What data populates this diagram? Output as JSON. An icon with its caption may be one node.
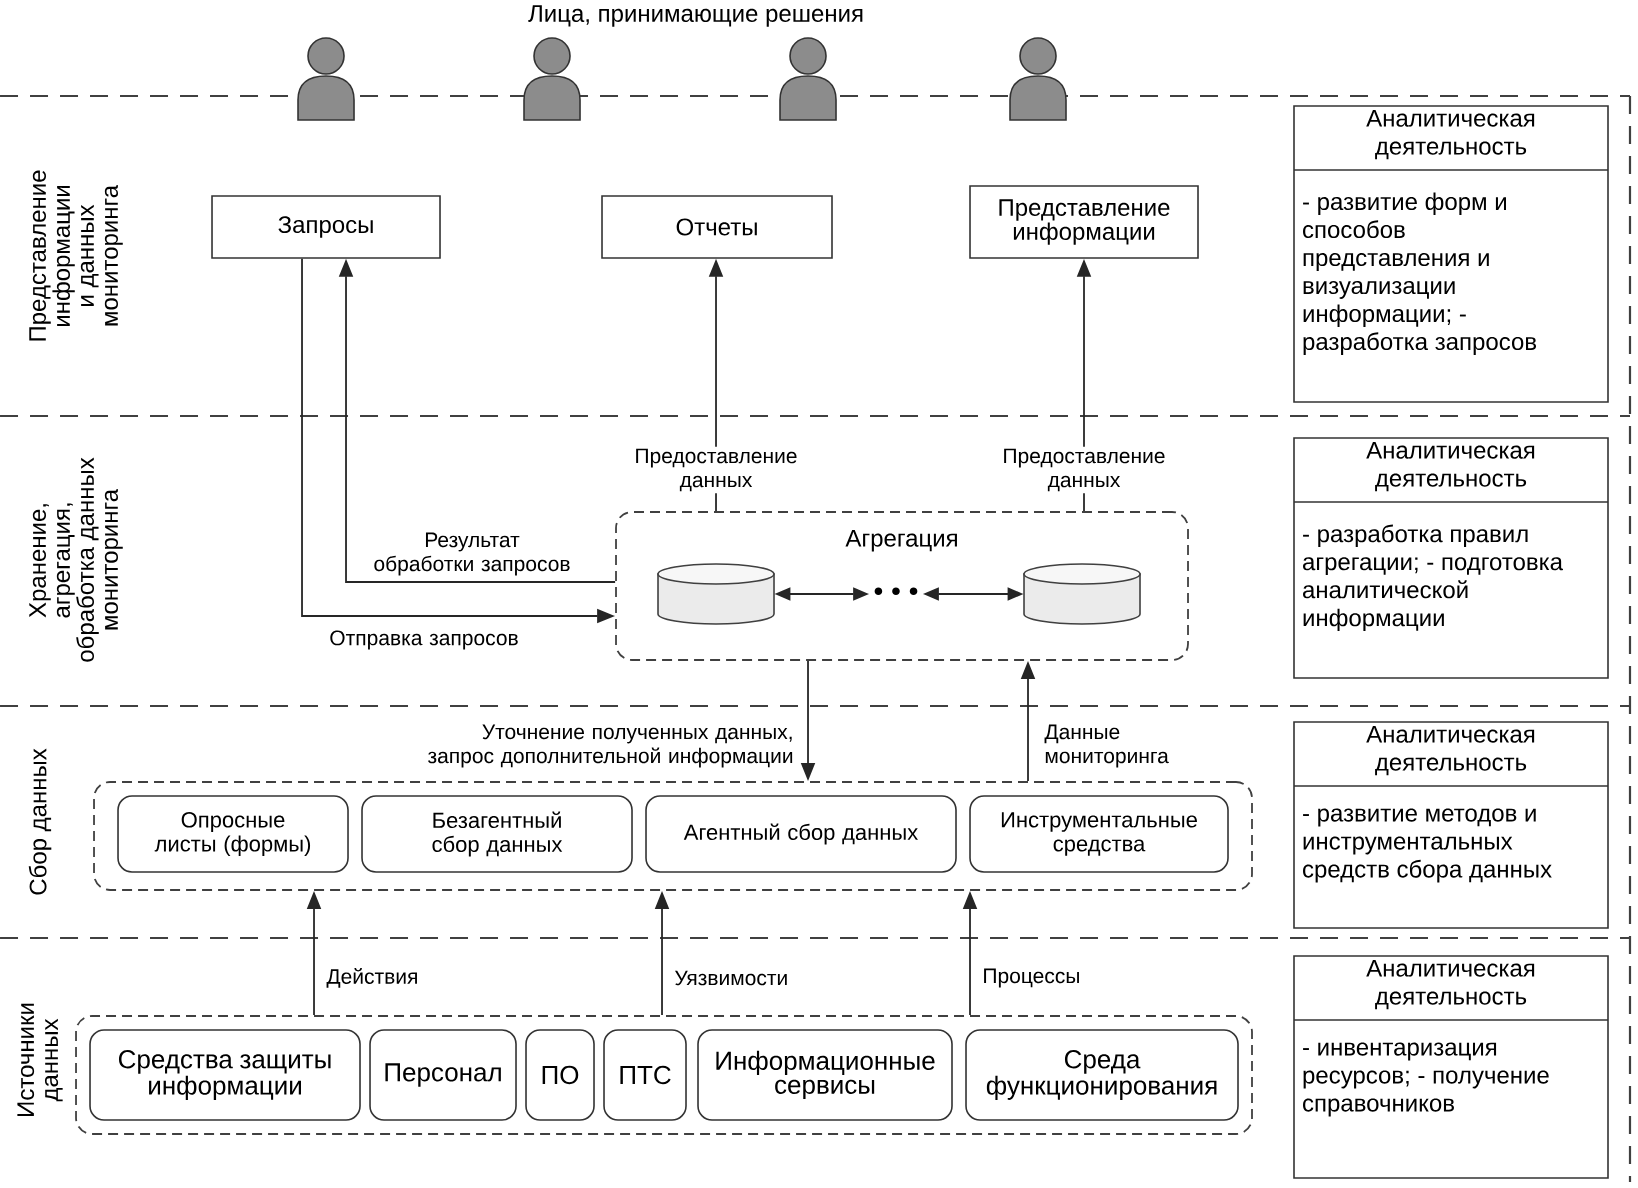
{
  "diagram": {
    "nodes": [
      {
        "text": [
          "Запросы"
        ]
      },
      {
        "text": [
          "Отчеты"
        ]
      },
      {
        "text": [
          "Представление информации"
        ]
      },
      {
        "text": [
          "Аналитическая деятельность",
          "- развитие форм и способов представления и визуализации информации; - разработка запросов"
        ]
      },
      {
        "text": [
          "Агрегация"
        ]
      },
      {
        "text": [],
        "shape": "cylinder",
        "in": 4
      },
      {
        "text": [
          "• • •"
        ],
        "in": 4
      },
      {
        "text": [],
        "shape": "cylinder",
        "in": 4
      },
      {
        "text": [
          "Аналитическая деятельность",
          "- разработка правил агрегации; - подготовка аналитической информации"
        ]
      },
      {
        "text": [],
        "shape": "box"
      },
      {
        "text": [
          "Опросные листы (формы)"
        ],
        "in": 9
      },
      {
        "text": [
          "Безагентный сбор данных"
        ],
        "in": 9
      },
      {
        "text": [
          "Агентный сбор данных"
        ],
        "in": 9
      },
      {
        "text": [
          "Инструментальные средства"
        ],
        "in": 9
      },
      {
        "text": [
          "Аналитическая деятельность",
          "- развитие методов и инструментальных средств сбора данных"
        ]
      },
      {
        "text": [],
        "shape": "box"
      },
      {
        "text": [
          "Средства защиты информации"
        ],
        "in": 15
      },
      {
        "text": [
          "Персонал"
        ],
        "in": 15
      },
      {
        "text": [
          "ПО"
        ],
        "in": 15
      },
      {
        "text": [
          "ПТС"
        ],
        "in": 15
      },
      {
        "text": [
          "Информационные сервисы"
        ],
        "in": 15
      },
      {
        "text": [
          "Среда функционирования"
        ],
        "in": 15
      },
      {
        "text": [
          "Аналитическая деятельность",
          "- инвентаризация ресурсов; - получение справочников"
        ]
      }
    ],
    "edges": [
      {
        "from": 0,
        "to": 4,
        "arrow": "to",
        "label": "Отправка запросов"
      },
      {
        "from": 4,
        "to": 0,
        "arrow": "to",
        "label": "Результат обработки запросов"
      },
      {
        "from": 4,
        "to": 1,
        "arrow": "to",
        "label": "Предоставление данных"
      },
      {
        "from": 4,
        "to": 2,
        "arrow": "to",
        "label": "Предоставление данных"
      },
      {
        "from": 4,
        "to": 9,
        "arrow": "to",
        "label": "Уточнение полученных данных, запрос дополнительной информации"
      },
      {
        "from": 9,
        "to": 4,
        "arrow": "to",
        "label": "Данные мониторинга"
      },
      {
        "from": 15,
        "to": 9,
        "arrow": "to",
        "label": "Действия"
      },
      {
        "from": 15,
        "to": 9,
        "arrow": "to",
        "label": "Уязвимости"
      },
      {
        "from": 15,
        "to": 9,
        "arrow": "to",
        "label": "Процессы"
      },
      {
        "from": 5,
        "to": 6,
        "arrow": "both"
      },
      {
        "from": 6,
        "to": 7,
        "arrow": "both"
      }
    ],
    "labels": [
      "Лица, принимающие решения",
      "Представление информации и данных мониторинга",
      "Хранение, агрегация, обработка данных мониторинга",
      "Сбор данных",
      "Источники данных"
    ]
  }
}
